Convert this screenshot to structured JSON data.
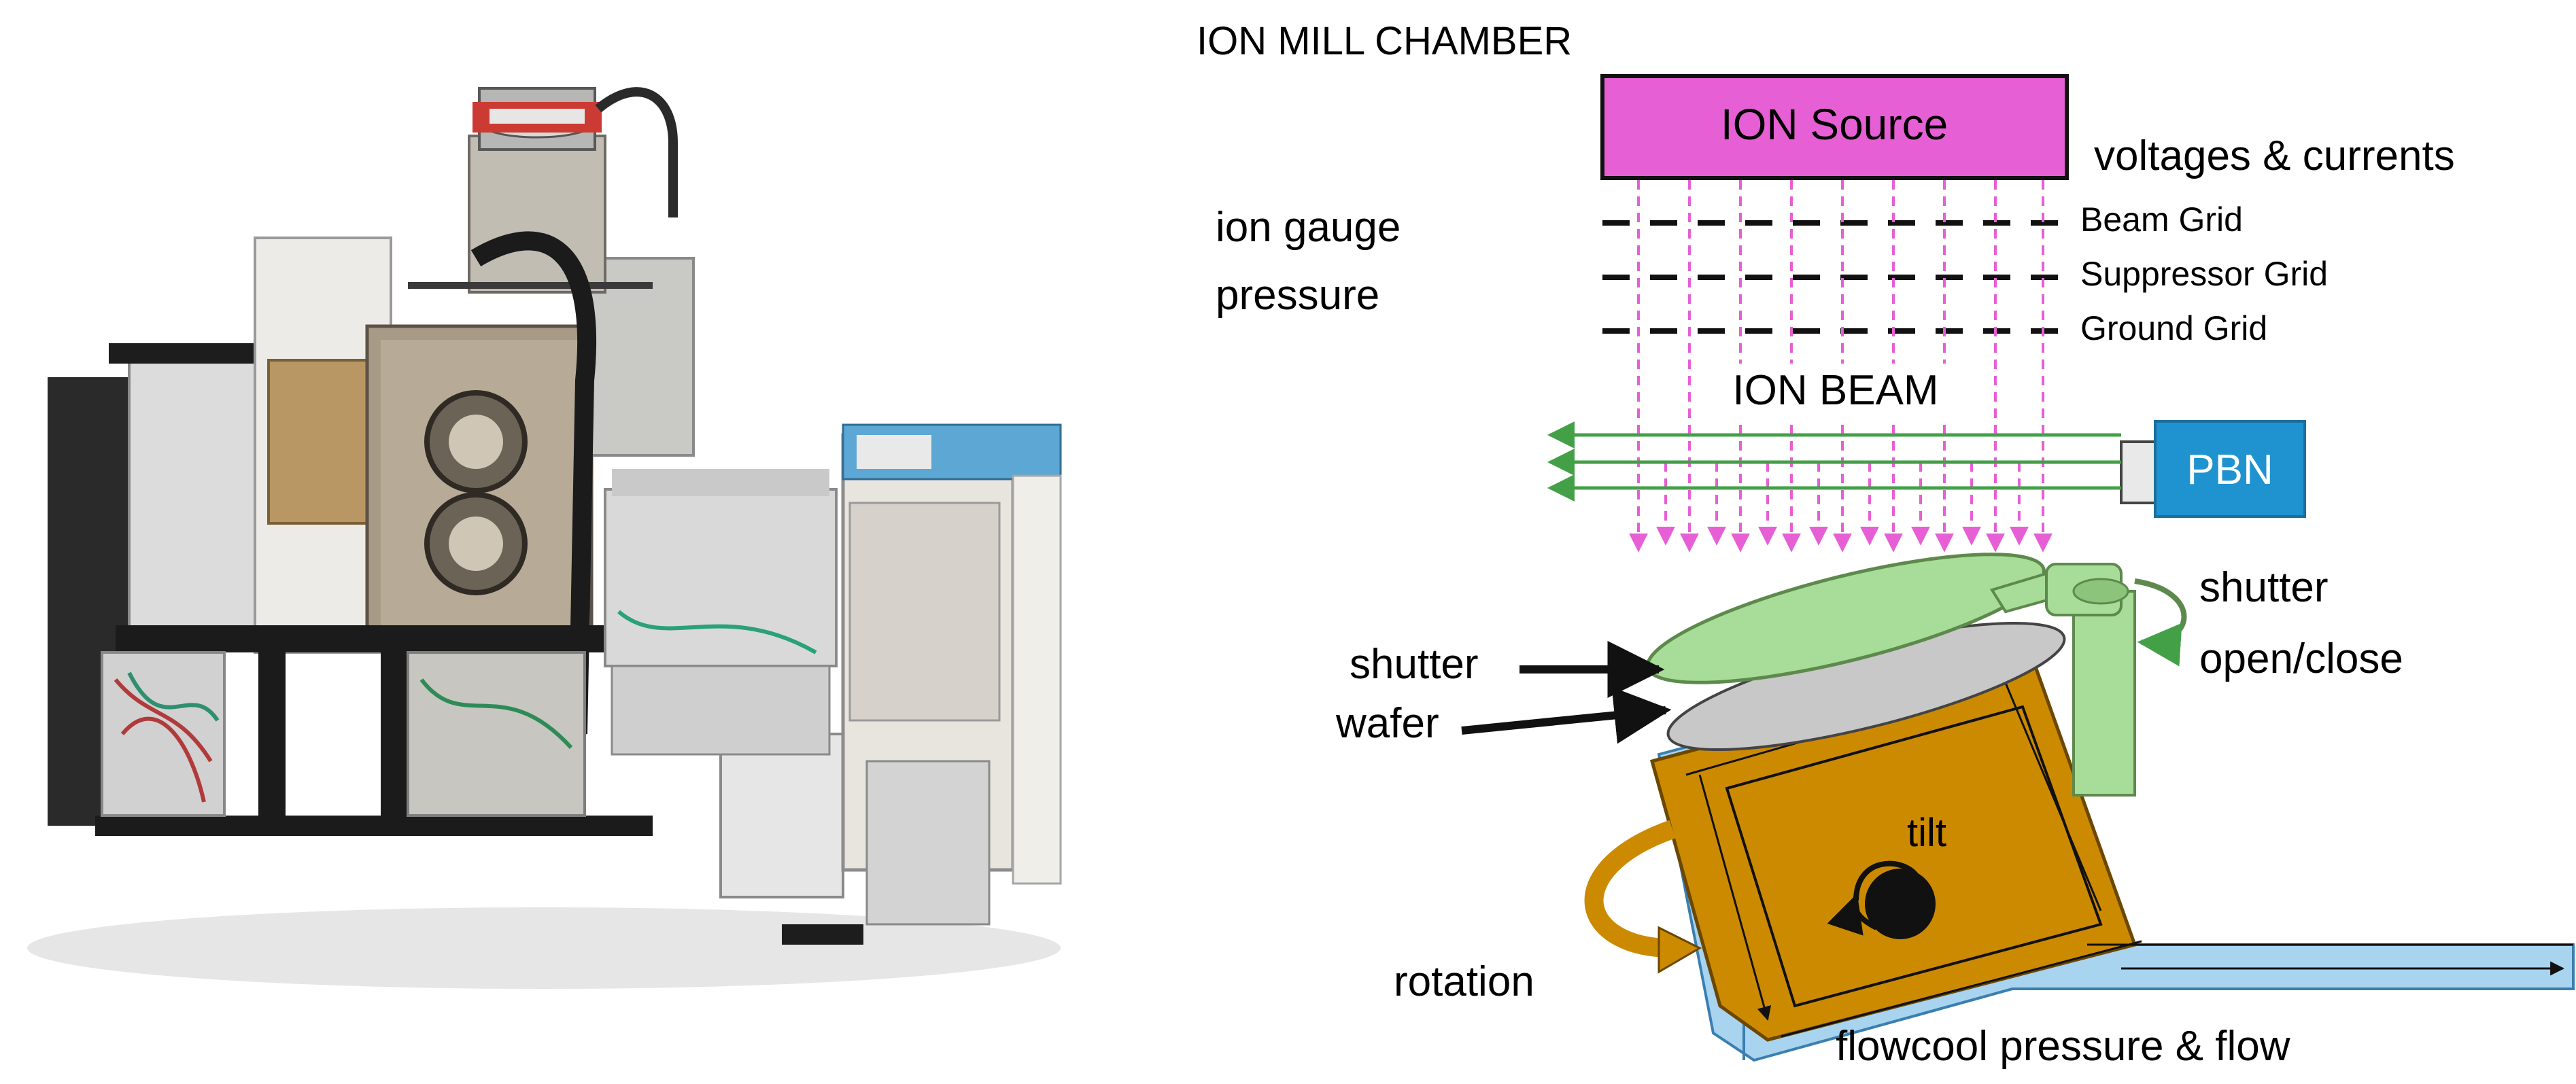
{
  "diagram": {
    "title": "ION MILL CHAMBER",
    "source_label": "ION Source",
    "voltages_label": "voltages & currents",
    "gauge_label_line1": "ion gauge",
    "gauge_label_line2": "pressure",
    "grid_labels": [
      "Beam Grid",
      "Suppressor Grid",
      "Ground Grid"
    ],
    "beam_label": "ION BEAM",
    "pbn_label": "PBN",
    "shutter_arrow_label": "shutter",
    "wafer_arrow_label": "wafer",
    "shutter_action_line1": "shutter",
    "shutter_action_line2": "open/close",
    "tilt_label": "tilt",
    "rotation_label": "rotation",
    "flowcool_label": "flowcool pressure & flow"
  },
  "colors": {
    "source_fill": "#e65fd4",
    "beam": "#e65fd4",
    "pbn_fill": "#1f93d0",
    "pbn_beam": "#43a047",
    "shutter_fill": "#a8dc99",
    "shutter_stroke": "#5d8a4c",
    "wafer_fill": "#c8c8c8",
    "chuck_fill": "#cc8a00",
    "cooling_fill": "#a8d4f0",
    "cooling_stroke": "#3a7fb0"
  }
}
